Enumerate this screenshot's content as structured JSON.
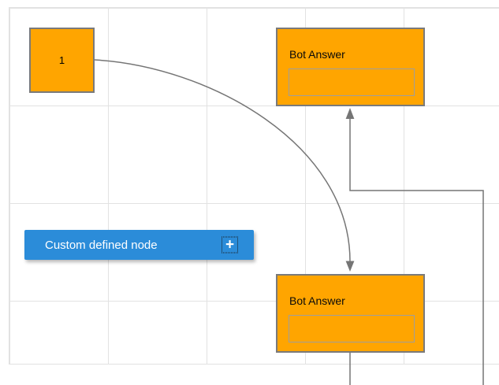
{
  "diagram": {
    "start_node": {
      "label": "1"
    },
    "bot_answer_top": {
      "title": "Bot Answer",
      "input_value": ""
    },
    "bot_answer_bottom": {
      "title": "Bot Answer",
      "input_value": ""
    },
    "custom_node": {
      "label": "Custom defined node",
      "add_icon": "+"
    },
    "colors": {
      "node_fill": "#ffa500",
      "node_border": "#7a7a7a",
      "custom_node_fill": "#2b8cd9",
      "custom_node_text": "#ffffff",
      "connector": "#757575",
      "grid_line": "#e2e2e2",
      "node_text": "#0a0a0a"
    }
  }
}
